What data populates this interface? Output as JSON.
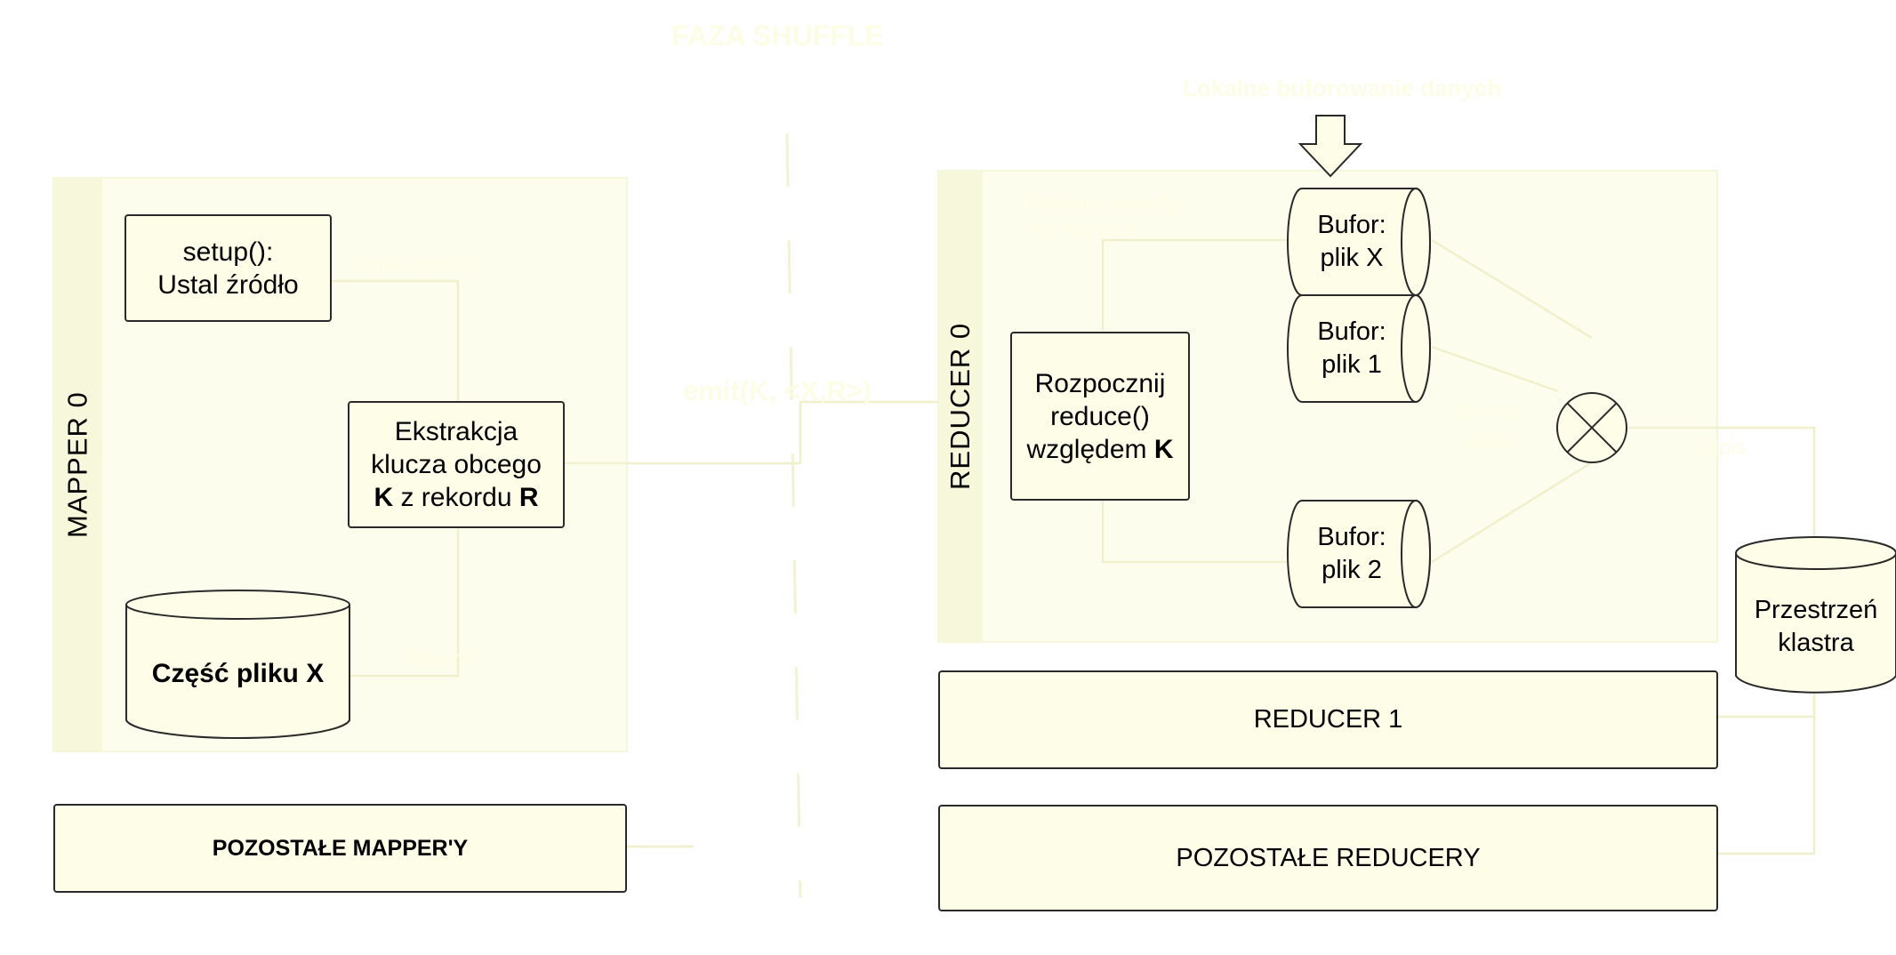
{
  "header": {
    "phase_title": "FAZA SHUFFLE",
    "buffers_note": "Lokalne buforowanie danych"
  },
  "mapper": {
    "lane_label": "MAPPER 0",
    "setup_box": {
      "line1": "setup():",
      "line2": "Ustal źródło"
    },
    "setup_edge_label": "1 plik (całość)",
    "extract_box": {
      "line1": "Ekstrakcja",
      "line2": "klucza obcego",
      "line3_bold1": "K",
      "line3_mid": " z rekordu ",
      "line3_bold2": "R"
    },
    "split_cylinder": "Część pliku X",
    "split_edge_label": "Rekord",
    "others": "POZOSTAŁE MAPPER'Y"
  },
  "emit_label": "emit(K, <X,R>)",
  "reducer": {
    "lane_label": "REDUCER 0",
    "fetch_label_line1": "Pobierz rekordy",
    "fetch_label_line2": "wg klucza K",
    "reduce_box": {
      "line1": "Rozpocznij",
      "line2": "reduce()",
      "line3_prefix": "względem ",
      "line3_bold": "K"
    },
    "buffers": [
      {
        "line1": "Bufor:",
        "line2": "plik X"
      },
      {
        "line1": "Bufor:",
        "line2": "plik 1"
      },
      {
        "line1": "Bufor:",
        "line2": "plik 2"
      }
    ],
    "join_label_line1": "Iloczyn",
    "join_label_line2": "stanu",
    "write_label": "Zapis",
    "reducer1": "REDUCER 1",
    "others": "POZOSTAŁE REDUCERY"
  },
  "storage_cylinder": {
    "line1": "Przestrzeń",
    "line2": "klastra"
  },
  "colors": {
    "box_fill": "#fdfde8",
    "lane_fill": "#fdfdee",
    "stroke": "#2a2a2a"
  }
}
